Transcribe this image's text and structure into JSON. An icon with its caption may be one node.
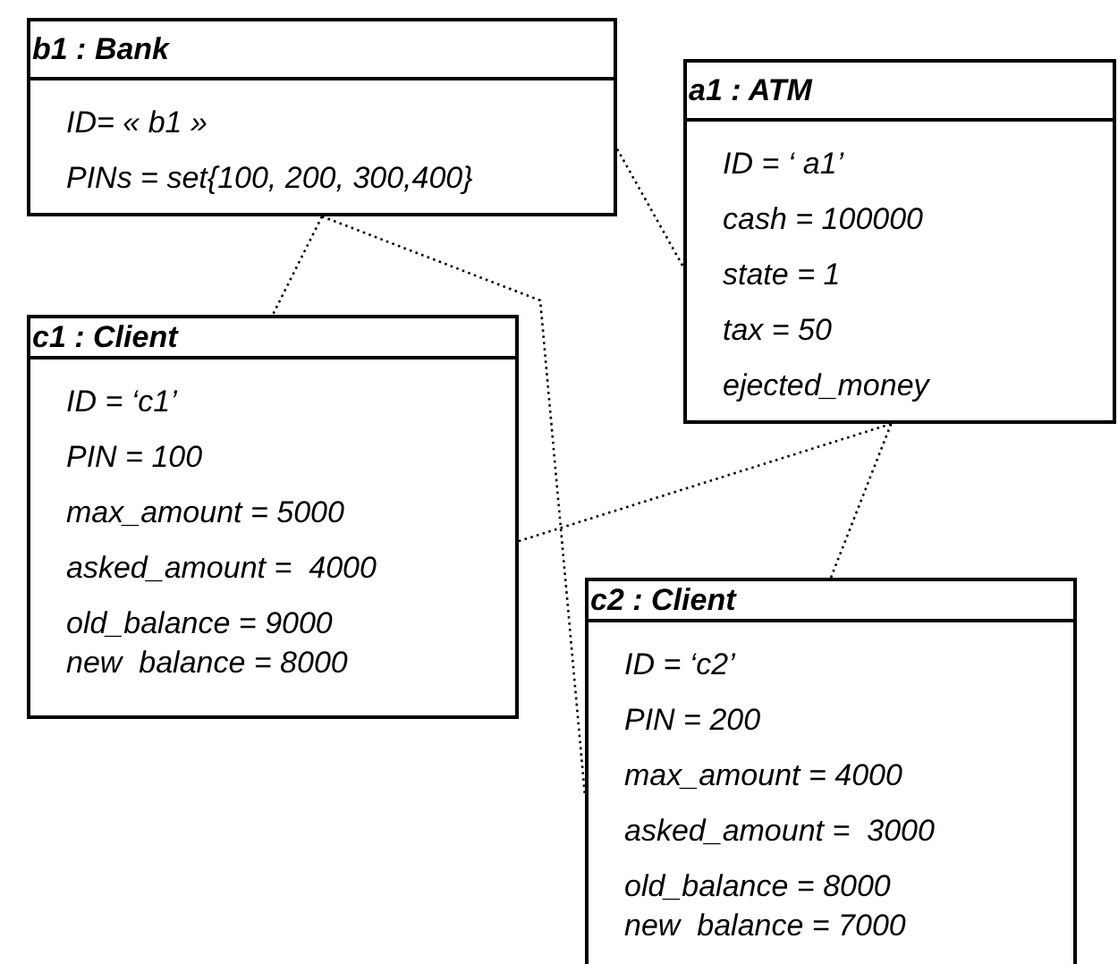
{
  "diagram": {
    "nodes": [
      {
        "text": [
          "b1 : Bank",
          "ID= « b1 »",
          "PINs = set{100, 200, 300,400}"
        ]
      },
      {
        "text": [
          "a1 : ATM",
          "ID = ‘ a1’",
          "cash = 100000",
          "state = 1",
          "tax = 50",
          "ejected_money"
        ]
      },
      {
        "text": [
          "c1 : Client",
          "ID = ‘c1’",
          "PIN = 100",
          "max_amount = 5000",
          "asked_amount =  4000",
          "old_balance = 9000",
          "new  balance = 8000"
        ]
      },
      {
        "text": [
          "c2 : Client",
          "ID = ‘c2’",
          "PIN = 200",
          "max_amount = 4000",
          "asked_amount =  3000",
          "old_balance = 8000",
          "new  balance = 7000"
        ]
      }
    ],
    "edges": [
      {
        "from": 0,
        "to": 2,
        "arrow": "none",
        "style": "dashed"
      },
      {
        "from": 0,
        "to": 3,
        "arrow": "none",
        "style": "dashed"
      },
      {
        "from": 0,
        "to": 1,
        "arrow": "none",
        "style": "dashed"
      },
      {
        "from": 1,
        "to": 2,
        "arrow": "none",
        "style": "dashed"
      },
      {
        "from": 1,
        "to": 3,
        "arrow": "none",
        "style": "dashed"
      }
    ]
  }
}
